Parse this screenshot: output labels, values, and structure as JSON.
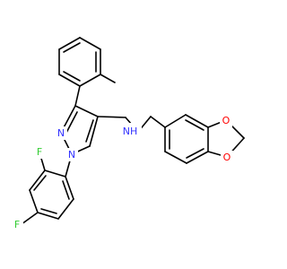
{
  "molecule": {
    "colors": {
      "carbon": "#000000",
      "nitrogen": "#3333ff",
      "oxygen": "#ff0000",
      "fluorine": "#33cc33"
    },
    "atoms": {
      "n_amine": {
        "symbol": "NH",
        "element": "nitrogen"
      },
      "n_pyrazole_2": {
        "symbol": "N",
        "element": "nitrogen"
      },
      "n_pyrazole_1": {
        "symbol": "N",
        "element": "nitrogen"
      },
      "f_ortho": {
        "symbol": "F",
        "element": "fluorine"
      },
      "f_para": {
        "symbol": "F",
        "element": "fluorine"
      },
      "o_dioxole_top": {
        "symbol": "O",
        "element": "oxygen"
      },
      "o_dioxole_bottom": {
        "symbol": "O",
        "element": "oxygen"
      }
    }
  }
}
